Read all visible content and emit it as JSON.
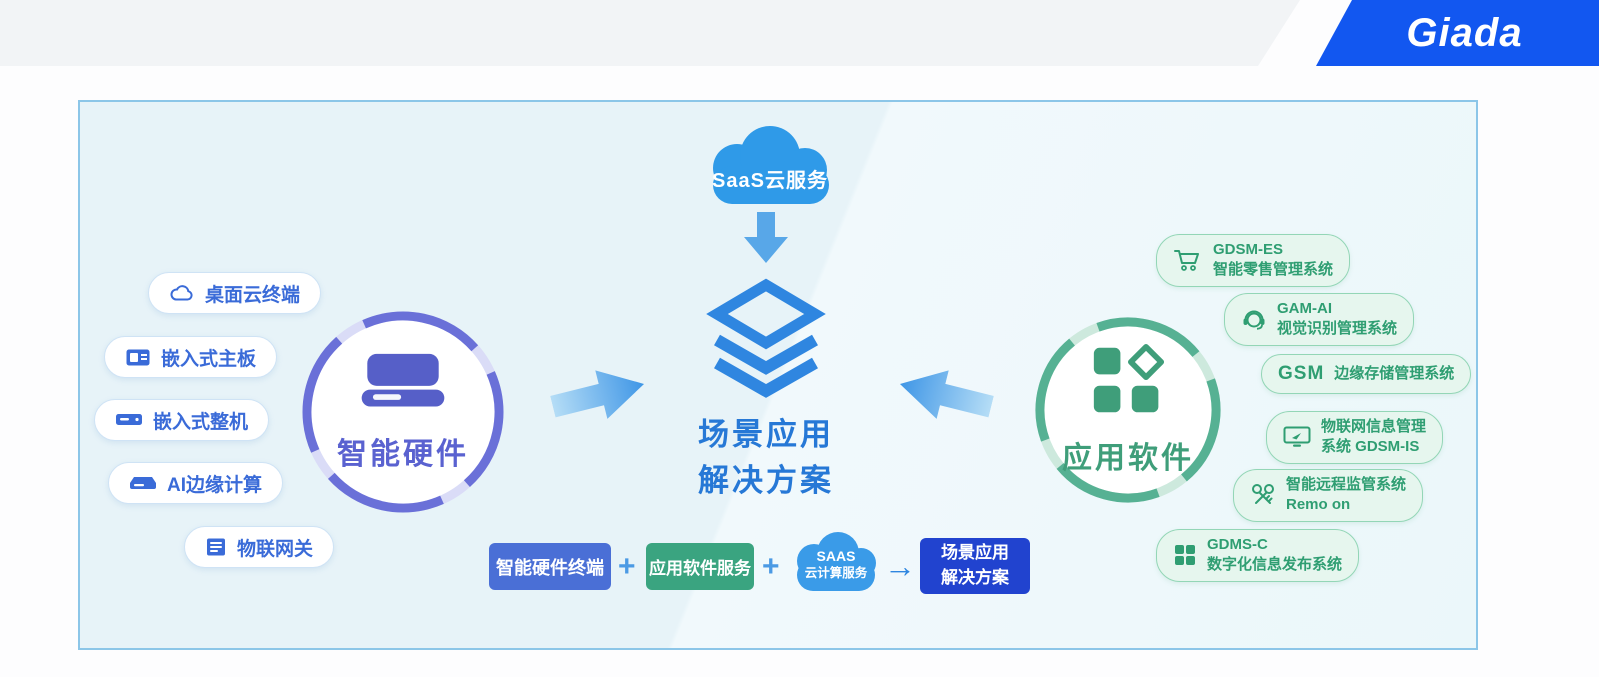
{
  "logo": {
    "text": "Giada"
  },
  "colors": {
    "brand_blue": "#1257f0",
    "diagram_blue": "#2f86e0",
    "hardware_indigo": "#565fc8",
    "software_green": "#3f9e7a",
    "panel_border": "#8cc6e8",
    "panel_bg": "#e9f5f9"
  },
  "top_cloud": {
    "label": "SaaS云服务"
  },
  "center": {
    "line1": "场景应用",
    "line2": "解决方案"
  },
  "hardware_hub": {
    "label": "智能硬件"
  },
  "software_hub": {
    "label": "应用软件"
  },
  "hardware_items": [
    {
      "label": "桌面云终端"
    },
    {
      "label": "嵌入式主板"
    },
    {
      "label": "嵌入式整机"
    },
    {
      "label": "AI边缘计算"
    },
    {
      "label": "物联网关"
    }
  ],
  "software_items": [
    {
      "line1": "GDSM-ES",
      "line2": "智能零售管理系统"
    },
    {
      "line1": "GAM-AI",
      "line2": "视觉识别管理系统"
    },
    {
      "code": "GSM",
      "label": "边缘存储管理系统"
    },
    {
      "line1": "物联网信息管理",
      "line2": "系统  GDSM-IS"
    },
    {
      "line1": "智能远程监管系统",
      "line2": "Remo on"
    },
    {
      "line1": "GDMS-C",
      "line2": "数字化信息发布系统"
    }
  ],
  "formula": {
    "hardware": "智能硬件终端",
    "plus1": "+",
    "software": "应用软件服务",
    "plus2": "+",
    "saas_line1": "SAAS",
    "saas_line2": "云计算服务",
    "arrow": "→",
    "result_line1": "场景应用",
    "result_line2": "解决方案"
  }
}
